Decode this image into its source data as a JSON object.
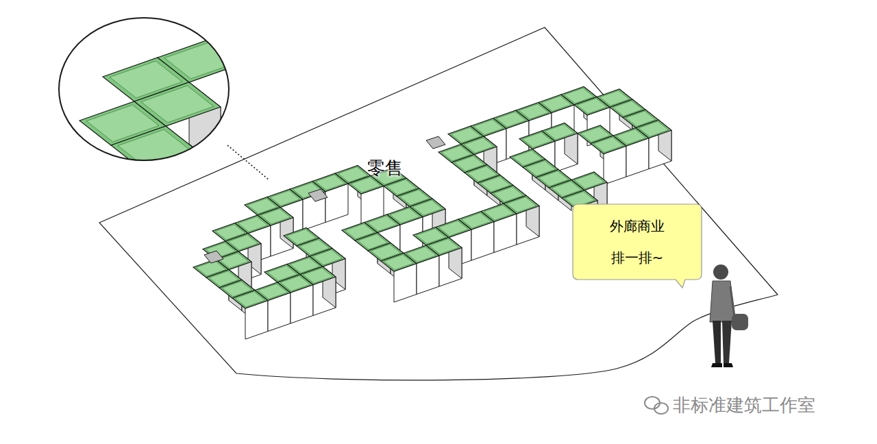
{
  "diagram": {
    "nodes": [
      {
        "text": [
          "外廊商业 排一排~"
        ]
      }
    ],
    "labels": [
      "零售",
      "非标准建筑工作室"
    ]
  }
}
